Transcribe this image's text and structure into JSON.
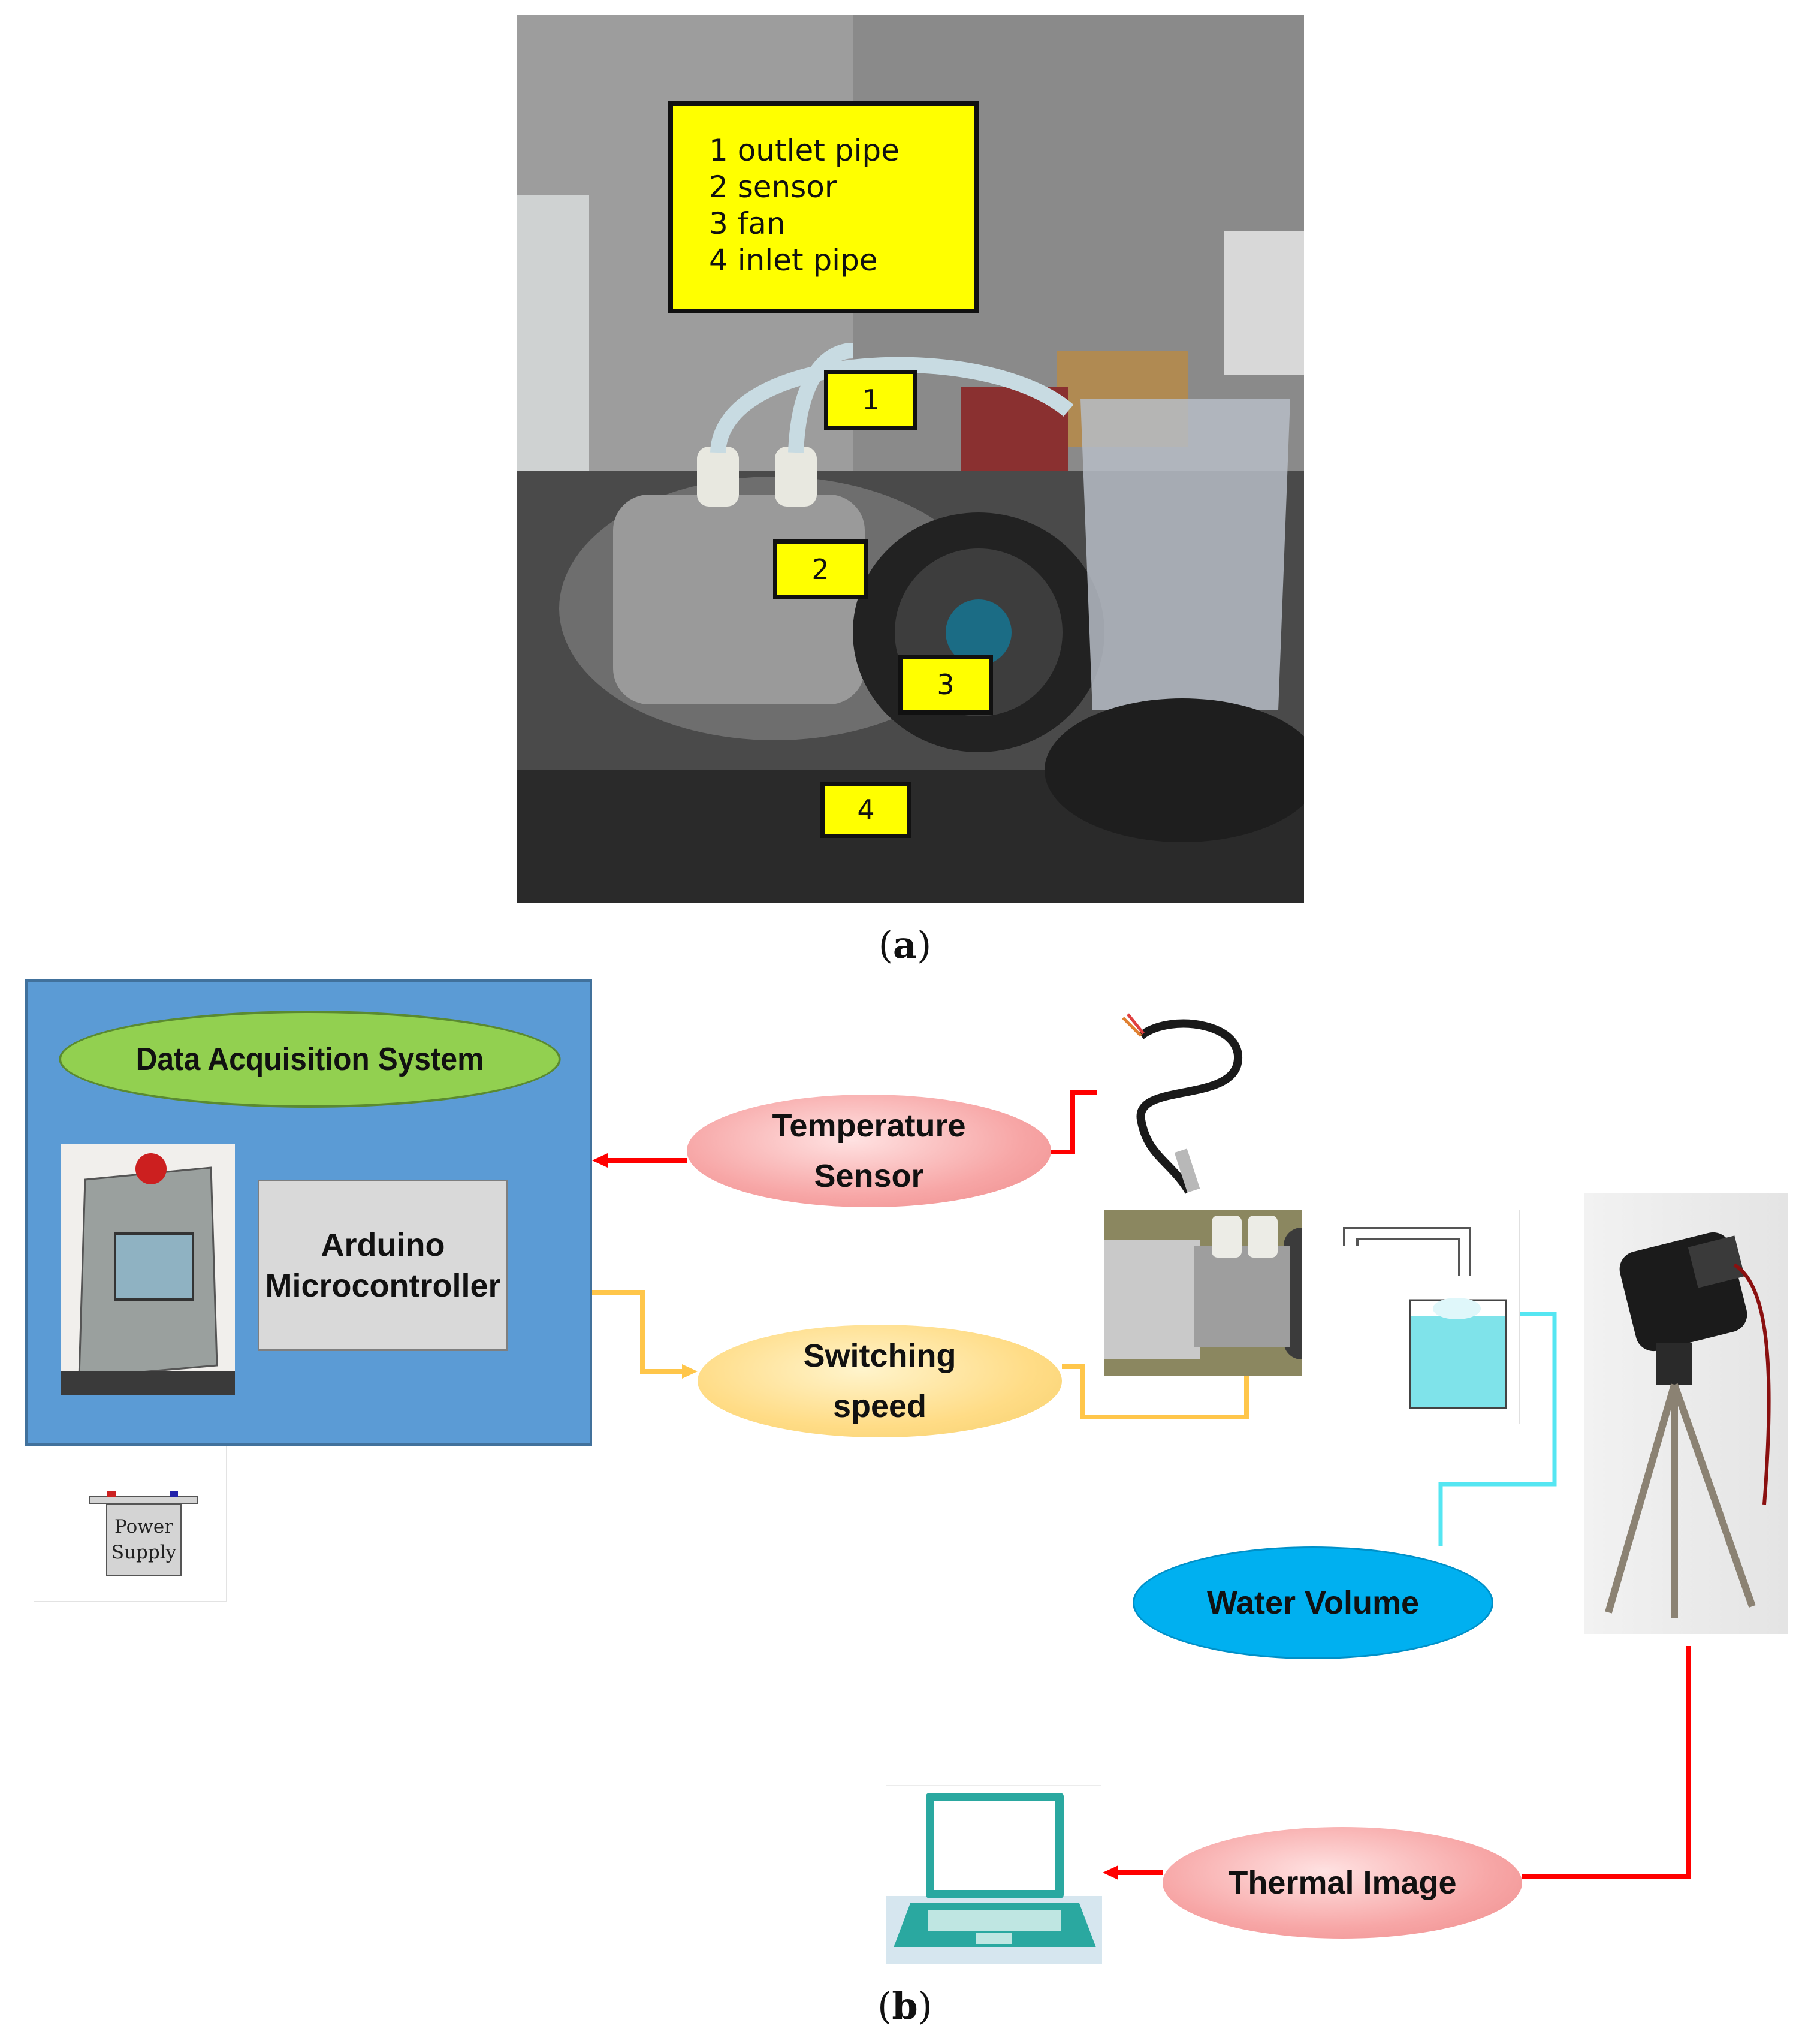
{
  "panel_a": {
    "legend": [
      "1 outlet pipe",
      "2 sensor",
      "3 fan",
      "4 inlet pipe"
    ],
    "tags": [
      "1",
      "2",
      "3",
      "4"
    ],
    "caption": "a"
  },
  "panel_b": {
    "daq_title": "Data Acquisition System",
    "arduino": [
      "Arduino",
      "Microcontroller"
    ],
    "power_supply": [
      "Power",
      "Supply"
    ],
    "temperature_sensor": [
      "Temperature",
      "Sensor"
    ],
    "switching_speed": [
      "Switching",
      "speed"
    ],
    "water_volume": "Water Volume",
    "thermal_image": "Thermal Image",
    "caption": "b"
  },
  "colors": {
    "daq_box": "#5b9bd5",
    "daq_title": "#92d050",
    "red_link": "#ff0000",
    "yellow_link": "#ffc64a",
    "cyan_link": "#55e6f2",
    "water_ellipse": "#00b0f0"
  }
}
